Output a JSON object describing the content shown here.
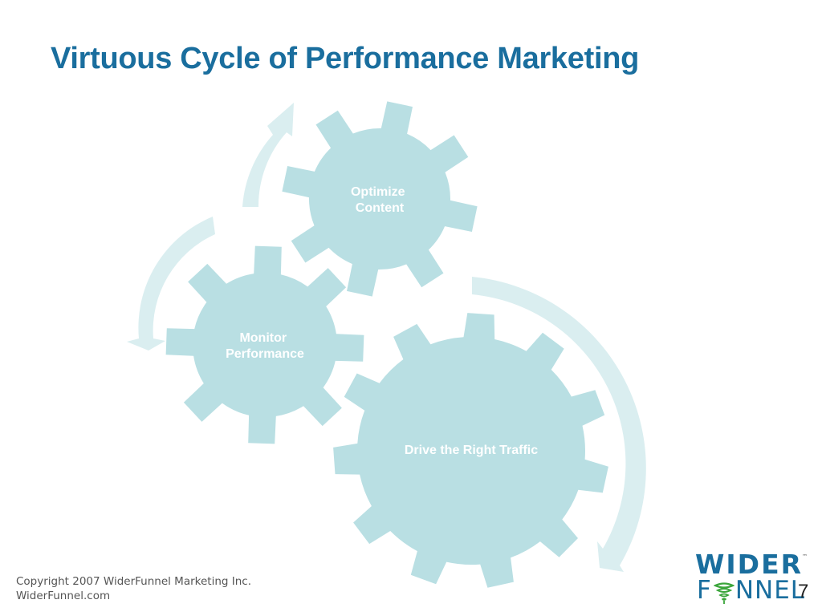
{
  "slide": {
    "title": "Virtuous Cycle of Performance Marketing",
    "page_number": "7"
  },
  "gears": [
    {
      "id": "optimize",
      "label_lines": [
        "Optimize",
        "Content"
      ]
    },
    {
      "id": "monitor",
      "label_lines": [
        "Monitor",
        "Performance"
      ]
    },
    {
      "id": "drive",
      "label_lines": [
        "Drive the Right Traffic"
      ]
    }
  ],
  "footer": {
    "copyright_line1": "Copyright 2007 WiderFunnel Marketing Inc.",
    "copyright_line2": "WiderFunnel.com"
  },
  "logo": {
    "top_word": "WIDER",
    "bottom_first": "F",
    "bottom_rest": "NNEL",
    "trademark": "™",
    "icon": "funnel-swirl-icon"
  },
  "colors": {
    "title": "#1a6e9e",
    "gear_fill": "#b9dfe3",
    "arrow_fill": "#daeef0",
    "gear_text": "#ffffff",
    "logo_blue": "#1a6e9e",
    "logo_green": "#3aa53a"
  }
}
